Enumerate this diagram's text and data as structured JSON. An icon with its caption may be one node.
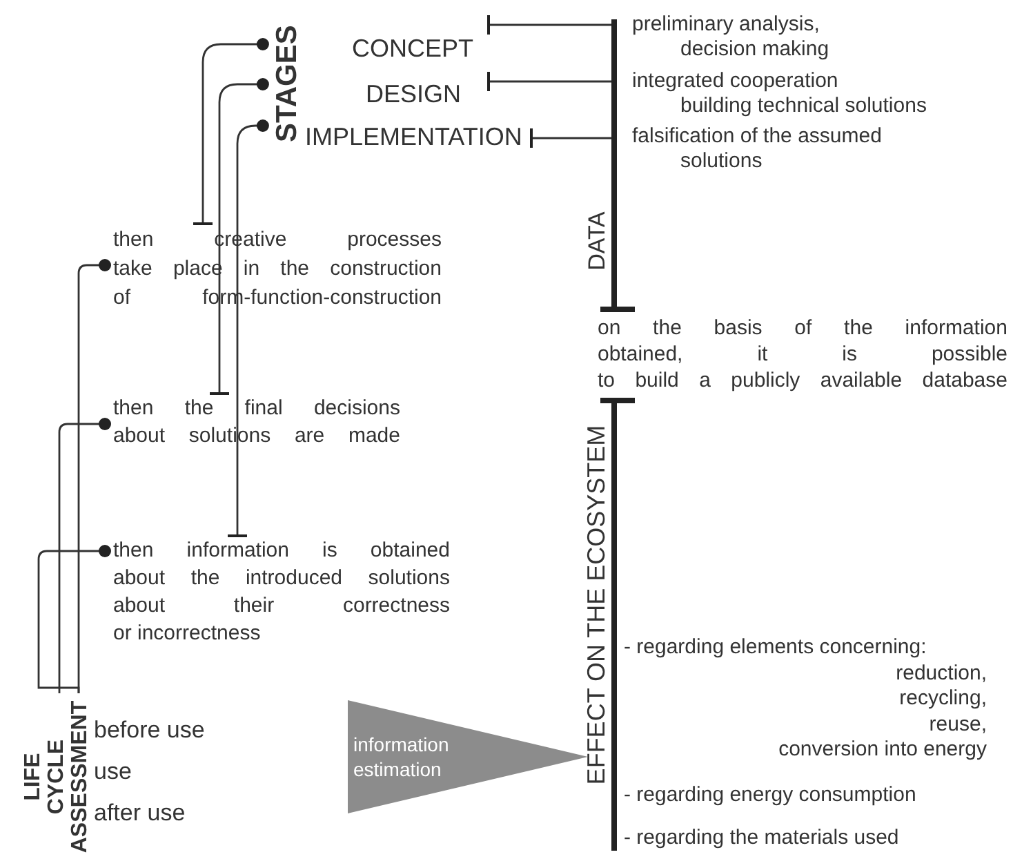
{
  "diagram": {
    "nodes": [
      {
        "text": [
          "STAGES"
        ]
      },
      {
        "text": [
          "CONCEPT"
        ]
      },
      {
        "text": [
          "DESIGN"
        ]
      },
      {
        "text": [
          "IMPLEMENTATION"
        ]
      },
      {
        "text": [
          "preliminary analysis, decision making"
        ]
      },
      {
        "text": [
          "integrated cooperation building technical solutions"
        ]
      },
      {
        "text": [
          "falsification of the assumed solutions"
        ]
      },
      {
        "text": [
          "DATA"
        ]
      },
      {
        "text": [
          "then creative processes take place in the construction of form-function-construction"
        ]
      },
      {
        "text": [
          "then the final decisions about solutions are made"
        ]
      },
      {
        "text": [
          "then information is obtained about the introduced solutions about their correctness or incorrectness"
        ]
      },
      {
        "text": [
          "on the basis of the information obtained, it is possible to build a publicly available database"
        ]
      },
      {
        "text": [
          "EFFECT ON THE ECOSYSTEM"
        ]
      },
      {
        "text": [
          "- regarding elements concerning: reduction, recycling, reuse, conversion into energy"
        ]
      },
      {
        "text": [
          "- regarding energy consumption"
        ]
      },
      {
        "text": [
          "- regarding the materials used"
        ]
      },
      {
        "text": [
          "LIFE CYCLE ASSESSMENT"
        ]
      },
      {
        "text": [
          "before use"
        ]
      },
      {
        "text": [
          "use"
        ]
      },
      {
        "text": [
          "after use"
        ]
      },
      {
        "text": [
          "information estimation"
        ]
      }
    ],
    "edges": [
      {
        "from": 1,
        "to": 7,
        "arrow": "other"
      },
      {
        "from": 2,
        "to": 7,
        "arrow": "other"
      },
      {
        "from": 3,
        "to": 7,
        "arrow": "other"
      },
      {
        "from": 0,
        "to": 8,
        "arrow": "other"
      },
      {
        "from": 0,
        "to": 9,
        "arrow": "other"
      },
      {
        "from": 0,
        "to": 10,
        "arrow": "other"
      },
      {
        "from": 16,
        "to": 8,
        "arrow": "other"
      },
      {
        "from": 16,
        "to": 9,
        "arrow": "other"
      },
      {
        "from": 16,
        "to": 10,
        "arrow": "other"
      }
    ]
  }
}
